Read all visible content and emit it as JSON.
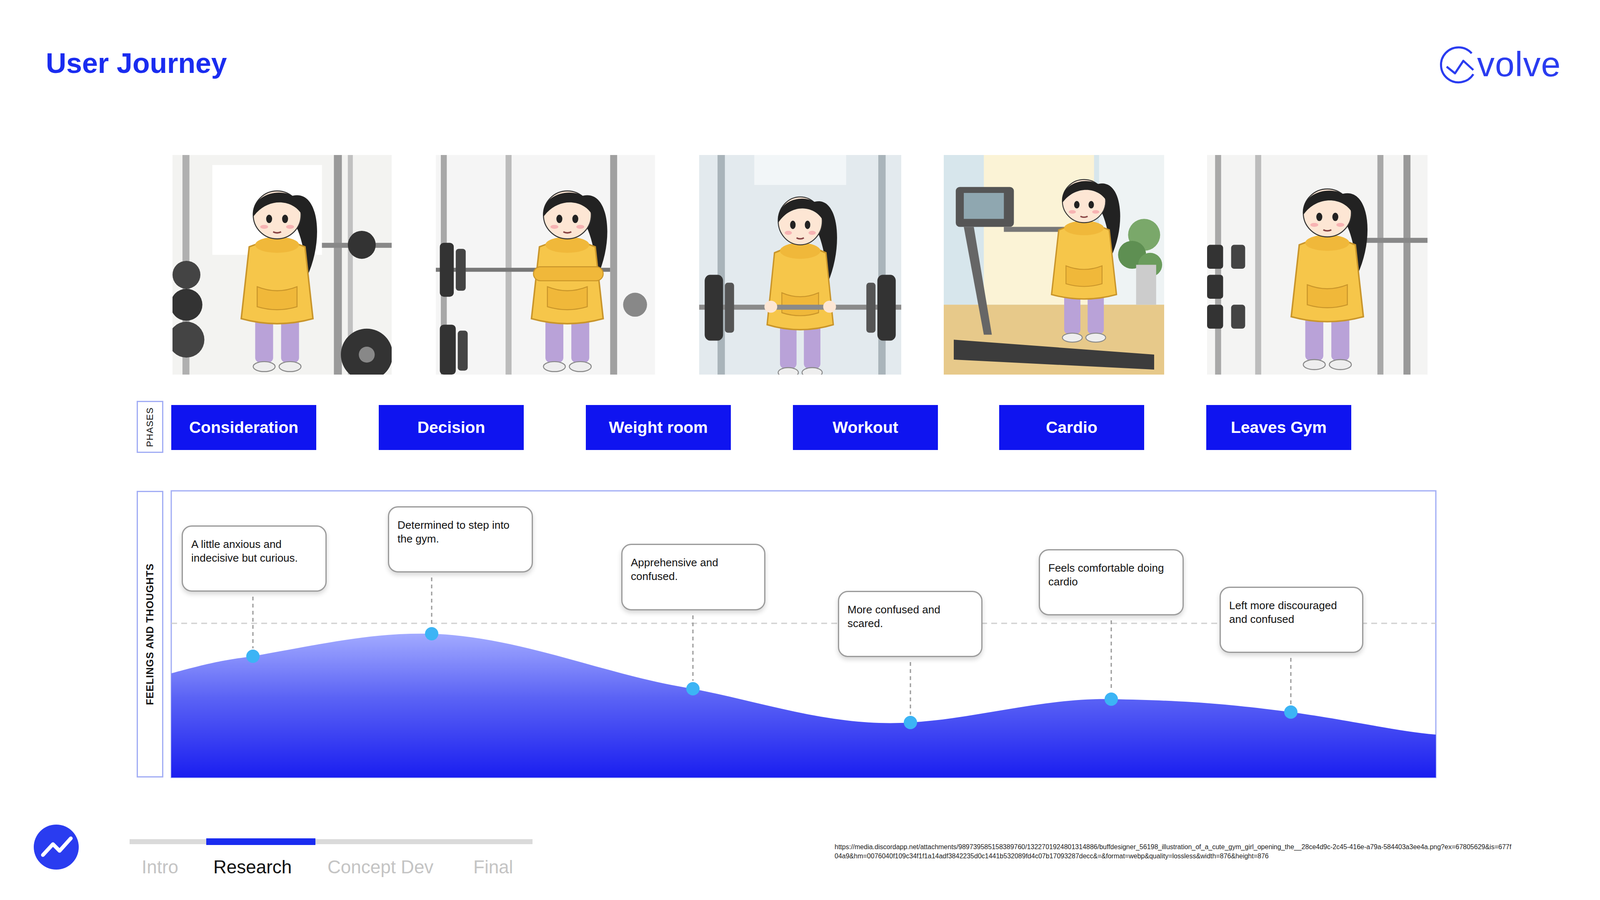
{
  "diagram": {
    "title": "User Journey",
    "nodes": [
      {
        "text": [
          "PHASES"
        ]
      },
      {
        "text": [
          "Consideration"
        ]
      },
      {
        "text": [
          "Decision"
        ]
      },
      {
        "text": [
          "Weight room"
        ]
      },
      {
        "text": [
          "Workout"
        ]
      },
      {
        "text": [
          "Cardio"
        ]
      },
      {
        "text": [
          "Leaves Gym"
        ]
      },
      {
        "text": [
          "FEELINGS AND THOUGHTS"
        ]
      },
      {
        "text": [
          "A little anxious and indecisive but curious."
        ]
      },
      {
        "text": [
          "Determined to step into the gym."
        ]
      },
      {
        "text": [
          "Apprehensive and confused."
        ]
      },
      {
        "text": [
          "More confused and scared."
        ]
      },
      {
        "text": [
          "Feels comfortable doing cardio"
        ]
      },
      {
        "text": [
          "Left more discouraged and confused"
        ]
      }
    ],
    "labels": [
      "volve",
      "Intro",
      "Research",
      "Concept Dev",
      "Final",
      "https://media.discordapp.net/attachments/989739585158389760/1322701924801314886/buffdesigner_56198_illustration_of_a_cute_gym_girl_opening_the__28ce4d9c-2c45-416e-a79a-584403a3ee4a.png?ex=67805629&is=677f04a9&hm=0076040f109c34f1f1a14adf3842235d0c1441b532089fd4c07b17093287decc&=&format=webp&quality=lossless&width=876&height=876"
    ]
  }
}
